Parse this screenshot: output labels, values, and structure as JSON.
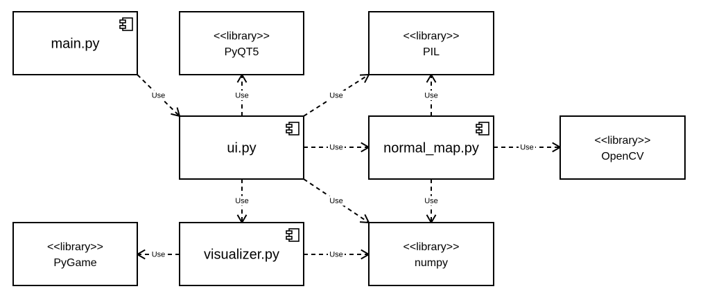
{
  "diagram": {
    "nodes": [
      {
        "id": "main",
        "lines": [
          "main.py"
        ],
        "kind": "component"
      },
      {
        "id": "pyqt5",
        "lines": [
          "<<library>>",
          "PyQT5"
        ],
        "kind": "library"
      },
      {
        "id": "pil",
        "lines": [
          "<<library>>",
          "PIL"
        ],
        "kind": "library"
      },
      {
        "id": "ui",
        "lines": [
          "ui.py"
        ],
        "kind": "component"
      },
      {
        "id": "normal_map",
        "lines": [
          "normal_map.py"
        ],
        "kind": "component"
      },
      {
        "id": "opencv",
        "lines": [
          "<<library>>",
          "OpenCV"
        ],
        "kind": "library"
      },
      {
        "id": "pygame",
        "lines": [
          "<<library>>",
          "PyGame"
        ],
        "kind": "library"
      },
      {
        "id": "visualizer",
        "lines": [
          "visualizer.py"
        ],
        "kind": "component"
      },
      {
        "id": "numpy",
        "lines": [
          "<<library>>",
          "numpy"
        ],
        "kind": "library"
      }
    ],
    "edges": [
      {
        "from": "main",
        "to": "ui",
        "label": "Use"
      },
      {
        "from": "ui",
        "to": "pyqt5",
        "label": "Use"
      },
      {
        "from": "ui",
        "to": "pil",
        "label": "Use"
      },
      {
        "from": "ui",
        "to": "normal_map",
        "label": "Use"
      },
      {
        "from": "ui",
        "to": "visualizer",
        "label": "Use"
      },
      {
        "from": "ui",
        "to": "numpy",
        "label": "Use"
      },
      {
        "from": "normal_map",
        "to": "pil",
        "label": "Use"
      },
      {
        "from": "normal_map",
        "to": "opencv",
        "label": "Use"
      },
      {
        "from": "normal_map",
        "to": "numpy",
        "label": "Use"
      },
      {
        "from": "visualizer",
        "to": "pygame",
        "label": "Use"
      },
      {
        "from": "visualizer",
        "to": "numpy",
        "label": "Use"
      }
    ]
  }
}
